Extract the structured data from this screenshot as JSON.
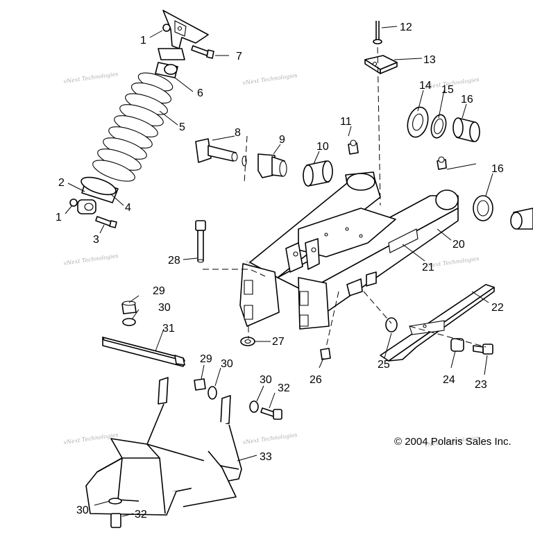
{
  "copyright": "© 2004 Polaris Sales Inc.",
  "watermark": "vNext Technologies",
  "callouts": [
    {
      "id": "1a",
      "label": "1"
    },
    {
      "id": "1b",
      "label": "1"
    },
    {
      "id": "2",
      "label": "2"
    },
    {
      "id": "3",
      "label": "3"
    },
    {
      "id": "4",
      "label": "4"
    },
    {
      "id": "5",
      "label": "5"
    },
    {
      "id": "6",
      "label": "6"
    },
    {
      "id": "7",
      "label": "7"
    },
    {
      "id": "8",
      "label": "8"
    },
    {
      "id": "9",
      "label": "9"
    },
    {
      "id": "10",
      "label": "10"
    },
    {
      "id": "11",
      "label": "11"
    },
    {
      "id": "12",
      "label": "12"
    },
    {
      "id": "13",
      "label": "13"
    },
    {
      "id": "14",
      "label": "14"
    },
    {
      "id": "15",
      "label": "15"
    },
    {
      "id": "16a",
      "label": "16"
    },
    {
      "id": "16b",
      "label": "16"
    },
    {
      "id": "20",
      "label": "20"
    },
    {
      "id": "21",
      "label": "21"
    },
    {
      "id": "22",
      "label": "22"
    },
    {
      "id": "23",
      "label": "23"
    },
    {
      "id": "24",
      "label": "24"
    },
    {
      "id": "25",
      "label": "25"
    },
    {
      "id": "26",
      "label": "26"
    },
    {
      "id": "27",
      "label": "27"
    },
    {
      "id": "28",
      "label": "28"
    },
    {
      "id": "29a",
      "label": "29"
    },
    {
      "id": "29b",
      "label": "29"
    },
    {
      "id": "30a",
      "label": "30"
    },
    {
      "id": "30b",
      "label": "30"
    },
    {
      "id": "30c",
      "label": "30"
    },
    {
      "id": "30d",
      "label": "30"
    },
    {
      "id": "31",
      "label": "31"
    },
    {
      "id": "32a",
      "label": "32"
    },
    {
      "id": "32b",
      "label": "32"
    },
    {
      "id": "33",
      "label": "33"
    }
  ]
}
